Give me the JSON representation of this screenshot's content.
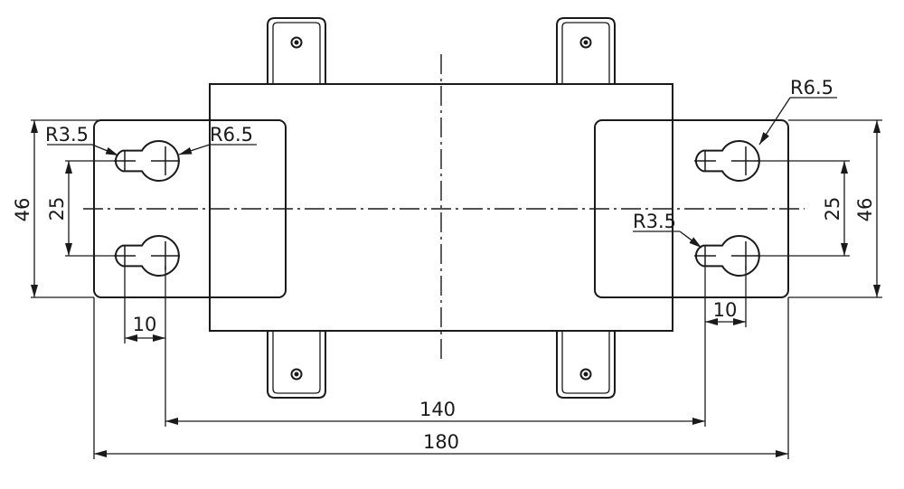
{
  "drawing": {
    "dimensions": {
      "overall_width": "180",
      "hole_spacing": "140",
      "slot_offset_left": "10",
      "slot_offset_right": "10",
      "height_left": "46",
      "height_right": "46",
      "hole_pitch_left": "25",
      "hole_pitch_right": "25"
    },
    "radii": {
      "small_left": "R3.5",
      "large_left": "R6.5",
      "large_right": "R6.5",
      "small_right": "R3.5"
    }
  }
}
